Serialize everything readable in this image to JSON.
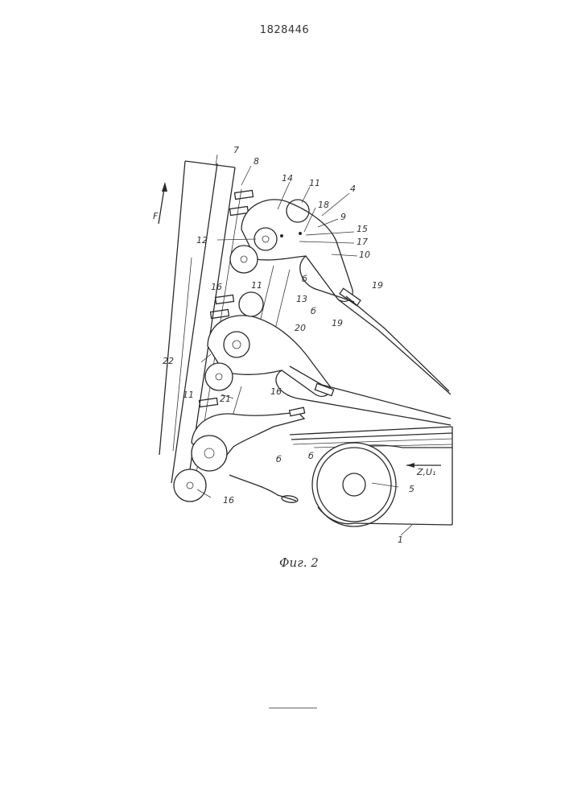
{
  "header": {
    "patent_number": "1828446"
  },
  "figure": {
    "caption": "Фиг. 2"
  },
  "labels": {
    "l7": "7",
    "l8": "8",
    "l14": "14",
    "l11a": "11",
    "l4": "4",
    "l18": "18",
    "l9": "9",
    "l15": "15",
    "l17": "17",
    "l10": "10",
    "l12": "12",
    "l16a": "16",
    "l6a": "б",
    "l13": "13",
    "l6b": "б",
    "l19a": "19",
    "l19b": "19",
    "lF": "F",
    "l11b": "11",
    "l20": "20",
    "l22": "22",
    "l16b": "16",
    "l21": "21",
    "l11c": "11",
    "l6c": "б",
    "l6d": "б",
    "lZ": "Z,U₁",
    "l5": "5",
    "l16c": "16",
    "l1": "1"
  }
}
